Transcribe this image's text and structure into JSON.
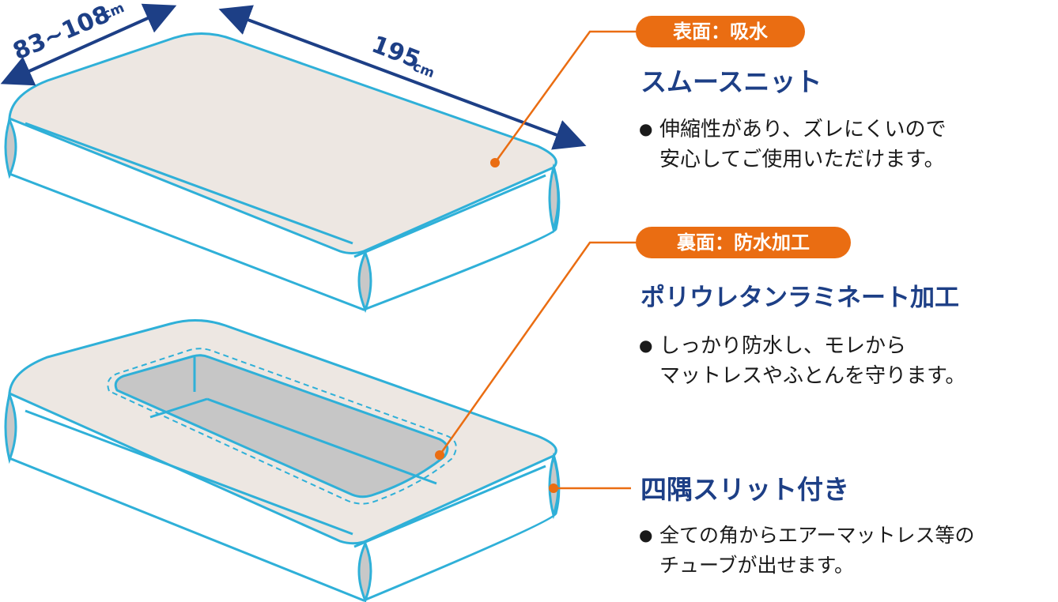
{
  "colors": {
    "navy": "#1d3f86",
    "orange": "#ea6d12",
    "outline": "#2fb0d8",
    "fabric": "#ede7e2",
    "underside": "#c8c8c8",
    "side_panel": "#ffffff"
  },
  "dimensions": {
    "width_value": "83~108",
    "width_unit": "cm",
    "length_value": "195",
    "length_unit": "cm"
  },
  "features": [
    {
      "badge": "表面：吸水",
      "title": "スムースニット",
      "bullet": "●",
      "lines": [
        "伸縮性があり、ズレにくいので",
        "安心してご使用いただけます。"
      ]
    },
    {
      "badge": "裏面：防水加工",
      "title": "ポリウレタンラミネート加工",
      "bullet": "●",
      "lines": [
        "しっかり防水し、モレから",
        "マットレスやふとんを守ります。"
      ]
    },
    {
      "title": "四隅スリット付き",
      "bullet": "●",
      "lines": [
        "全ての角からエアーマットレス等の",
        "チューブが出せます。"
      ]
    }
  ]
}
